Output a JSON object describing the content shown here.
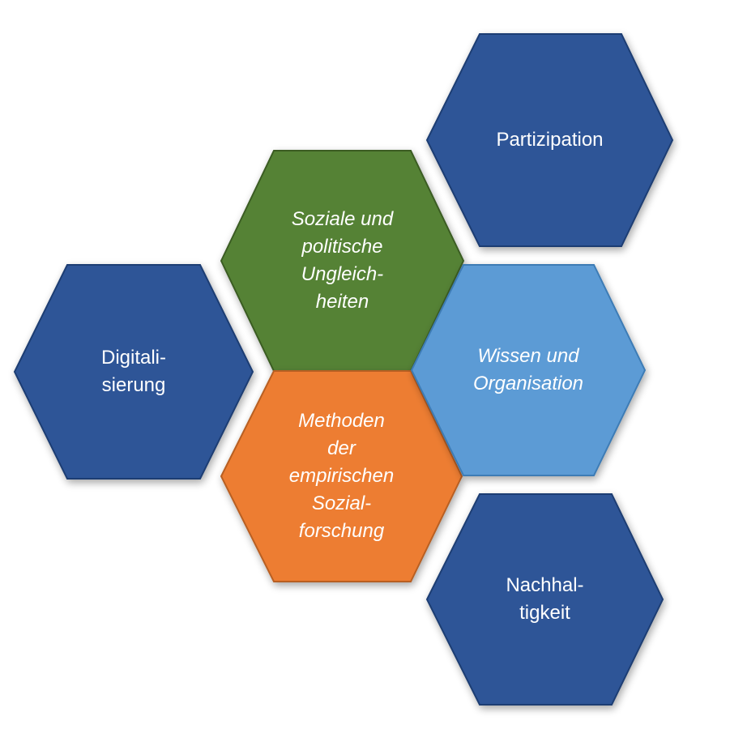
{
  "colors": {
    "dark_blue": "#2F5597",
    "dark_blue_edge": "#1F3E73",
    "green": "#548235",
    "green_edge": "#3A5C24",
    "orange": "#ED7D31",
    "orange_edge": "#B85F22",
    "light_blue": "#5B9BD5",
    "light_blue_edge": "#3E7BB5",
    "text": "#FFFFFF"
  },
  "hexagons": {
    "partizipation": {
      "lines": [
        "Partizipation"
      ]
    },
    "soziale": {
      "lines": [
        "Soziale und",
        "politische",
        "Ungleich-",
        "heiten"
      ]
    },
    "digitalisierung": {
      "lines": [
        "Digitali-",
        "sierung"
      ]
    },
    "wissen": {
      "lines": [
        "Wissen und",
        "Organisation"
      ]
    },
    "methoden": {
      "lines": [
        "Methoden",
        "der",
        "empirischen",
        "Sozial-",
        "forschung"
      ]
    },
    "nachhaltigkeit": {
      "lines": [
        "Nachhal-",
        "tigkeit"
      ]
    }
  }
}
